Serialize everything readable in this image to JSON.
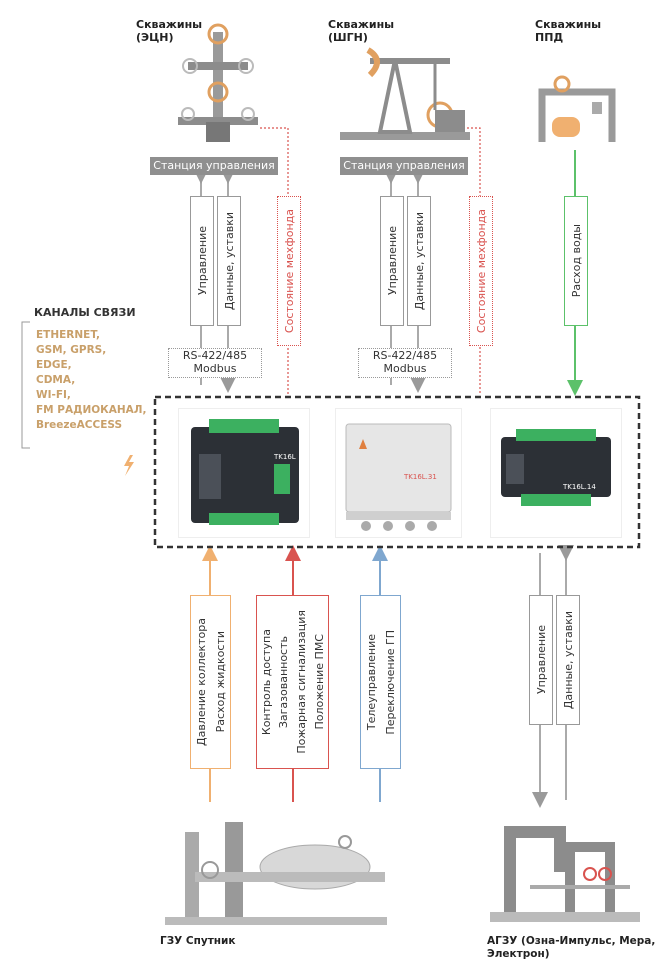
{
  "wells": {
    "ecn_title": "Скважины\n(ЭЦН)",
    "shgn_title": "Скважины\n(ШГН)",
    "ppd_title": "Скважины\nППД"
  },
  "stations": {
    "left": "Станция управления",
    "mid": "Станция управления"
  },
  "top_links": {
    "control": "Управление",
    "data": "Данные, уставки",
    "fund_state": "Состояние мехфонда",
    "water_flow": "Расход воды"
  },
  "protocol": {
    "line1": "RS-422/485",
    "line2": "Modbus"
  },
  "channels": {
    "header": "КАНАЛЫ СВЯЗИ",
    "items": [
      "ETHERNET,",
      "GSM, GPRS,",
      "EDGE,",
      "CDMA,",
      "WI-FI,",
      "FM РАДИОКАНАЛ,",
      "BreezeACCESS"
    ]
  },
  "devices": {
    "mid_label": "TK16L.31",
    "right_label": "TK16L.14",
    "left_label": "TK16L"
  },
  "bottom_links": {
    "collector_pressure": "Давление коллектора",
    "liquid_flow": "Расход жидкости",
    "access_control": "Контроль доступа",
    "gas": "Загазованность",
    "fire_alarm": "Пожарная сигнализация",
    "pms_position": "Положение ПМС",
    "telecontrol": "Телеуправление",
    "gp_switch": "Переключение ГП",
    "control": "Управление",
    "data": "Данные, уставки"
  },
  "bottom_units": {
    "gzu": "ГЗУ Спутник",
    "agzu": "АГЗУ (Озна-Импульс, Мера,\nЭлектрон)"
  },
  "colors": {
    "gray": "#9a9a9a",
    "red": "#d9534f",
    "green": "#5cc16a",
    "orange": "#f0b070",
    "blue": "#7fa7cf",
    "gold": "#c9a06a"
  }
}
